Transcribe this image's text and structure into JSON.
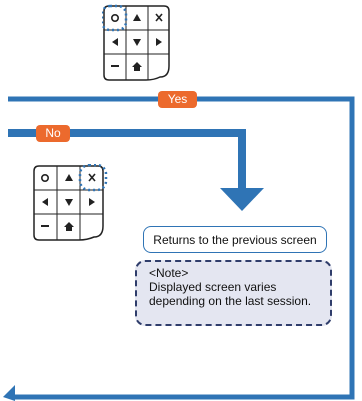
{
  "flow": {
    "yes_label": "Yes",
    "no_label": "No",
    "result_text": "Returns to the previous screen",
    "note": {
      "heading": "<Note>",
      "line1": "Displayed screen varies",
      "line2": "depending on the last session."
    }
  },
  "keypad_top": {
    "highlighted_key": "circle-key",
    "keys": [
      "circle",
      "up",
      "close",
      "left",
      "down",
      "right",
      "minus",
      "home"
    ]
  },
  "keypad_middle": {
    "highlighted_key": "close-key",
    "keys": [
      "circle",
      "up",
      "close",
      "left",
      "down",
      "right",
      "minus",
      "home"
    ]
  },
  "colors": {
    "arrow_blue": "#2f74b5",
    "label_orange": "#ec6a2d",
    "highlight_dots": "#2f74b5",
    "note_fill": "#e4e6f1"
  }
}
